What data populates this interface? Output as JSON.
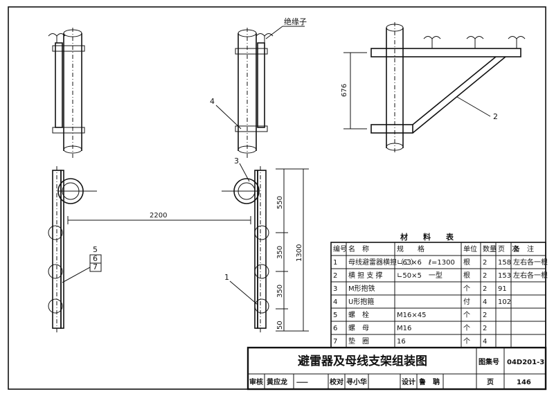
{
  "header": {
    "watermark": ""
  },
  "drawing": {
    "labels": {
      "insulator": "绝缘子",
      "callout_1": "1",
      "callout_2": "2",
      "callout_3": "3",
      "callout_4": "4",
      "callout_5": "5",
      "callout_6": "6",
      "callout_7": "7"
    },
    "dimensions": {
      "d676": "676",
      "d2200": "2200",
      "d550": "550",
      "d350a": "350",
      "d350b": "350",
      "d50": "50",
      "d1300": "1300"
    }
  },
  "materials": {
    "title": "材　　料　　表",
    "columns": [
      "编号",
      "名　称",
      "规　　格",
      "单位",
      "数量",
      "页　次",
      "备　注"
    ],
    "rows": [
      [
        "1",
        "母线避雷器横担（二）",
        "∟63×6　ℓ=1300",
        "根",
        "2",
        "158",
        "左右各一根"
      ],
      [
        "2",
        "横 担 支 撑",
        "∟50×5　一型",
        "根",
        "2",
        "153",
        "左右各一根"
      ],
      [
        "3",
        "M形抱铁",
        "",
        "个",
        "2",
        "91",
        ""
      ],
      [
        "4",
        "U形抱箍",
        "",
        "付",
        "4",
        "102",
        ""
      ],
      [
        "5",
        "螺　栓",
        "M16×45",
        "个",
        "2",
        "",
        ""
      ],
      [
        "6",
        "螺　母",
        "M16",
        "个",
        "2",
        "",
        ""
      ],
      [
        "7",
        "垫　圈",
        "16",
        "个",
        "4",
        "",
        ""
      ]
    ]
  },
  "title_block": {
    "title": "避雷器及母线支架组装图",
    "atlas_label": "图集号",
    "atlas_number": "04D201-3",
    "review_label": "审核",
    "review_name": "黄应龙",
    "check_label": "校对",
    "check_name": "寻小华",
    "design_label": "设计",
    "design_name": "鲁　聃",
    "page_label": "页",
    "page_number": "146"
  }
}
